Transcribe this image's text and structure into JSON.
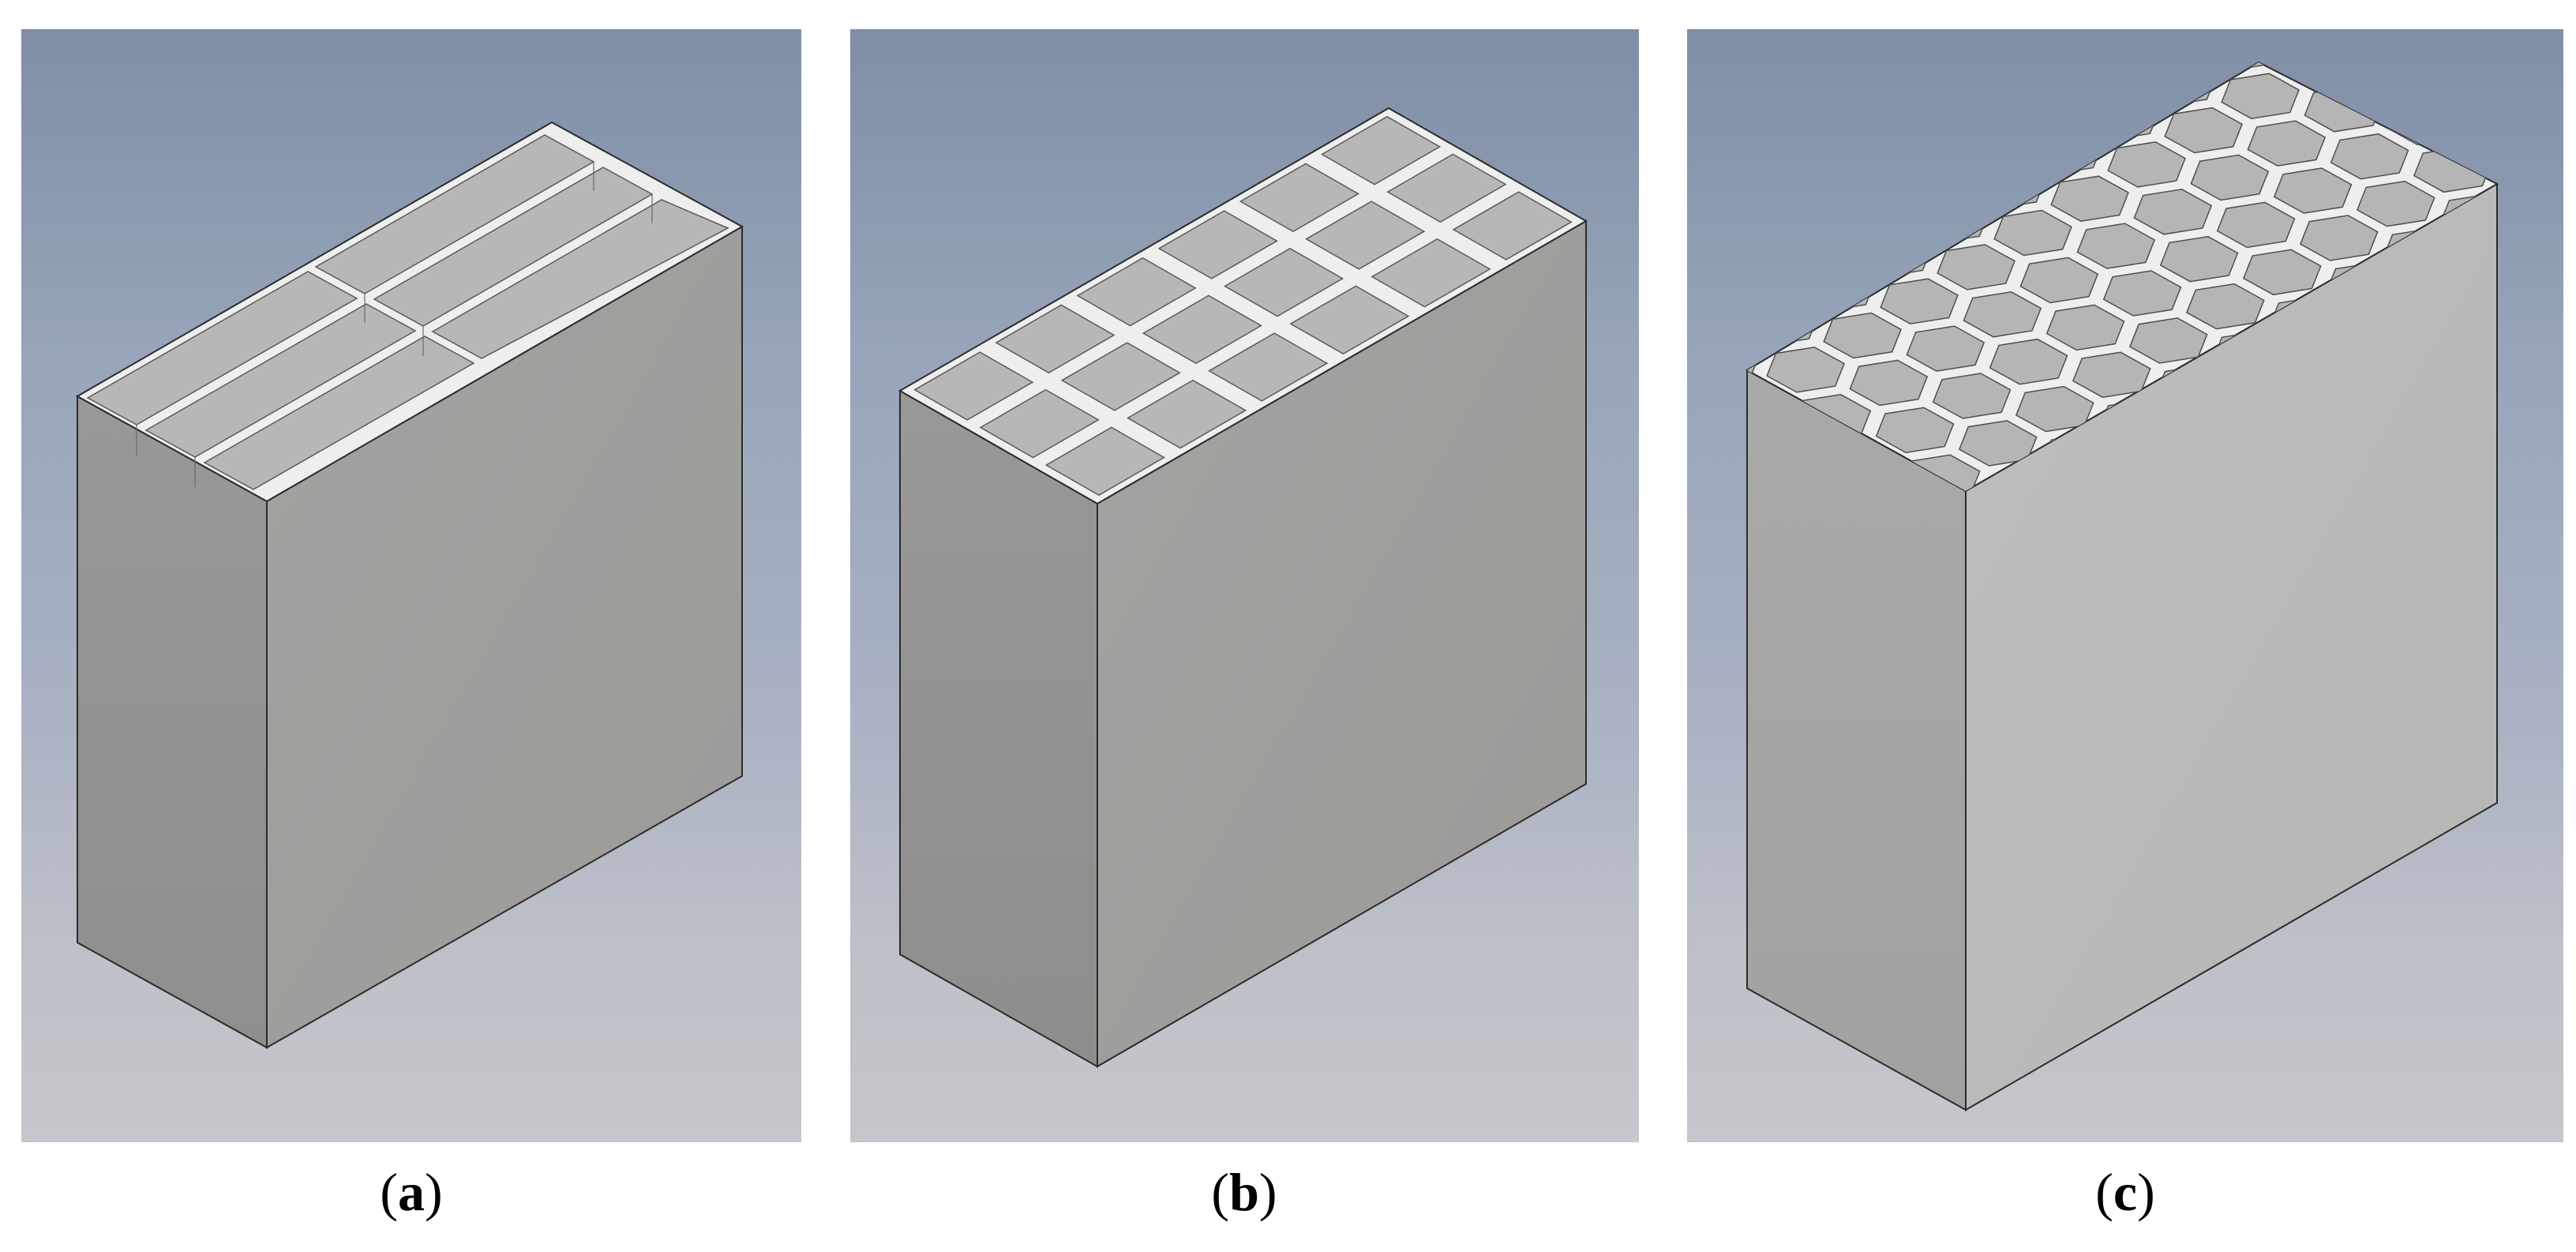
{
  "figure": {
    "panels": [
      {
        "id": "a",
        "label": "a",
        "paren_open": "(",
        "paren_close": ")",
        "cell_shape": "rectangular-channels",
        "grid": "3x2"
      },
      {
        "id": "b",
        "label": "b",
        "paren_open": "(",
        "paren_close": ")",
        "cell_shape": "square",
        "grid": "3x6"
      },
      {
        "id": "c",
        "label": "c",
        "paren_open": "(",
        "paren_close": ")",
        "cell_shape": "hexagonal",
        "grid": "honeycomb"
      }
    ]
  },
  "colors": {
    "background_top": "#7f8ea6",
    "background_bottom": "#c6c7cc",
    "front_face": "#a09f9c",
    "front_face_c": "#bababa",
    "side_face": "#949493",
    "side_face_c": "#a7a7a6",
    "wall_top": "#ededed",
    "cell_interior": "#b5b5b5",
    "edge_line": "#2b2b2b"
  }
}
